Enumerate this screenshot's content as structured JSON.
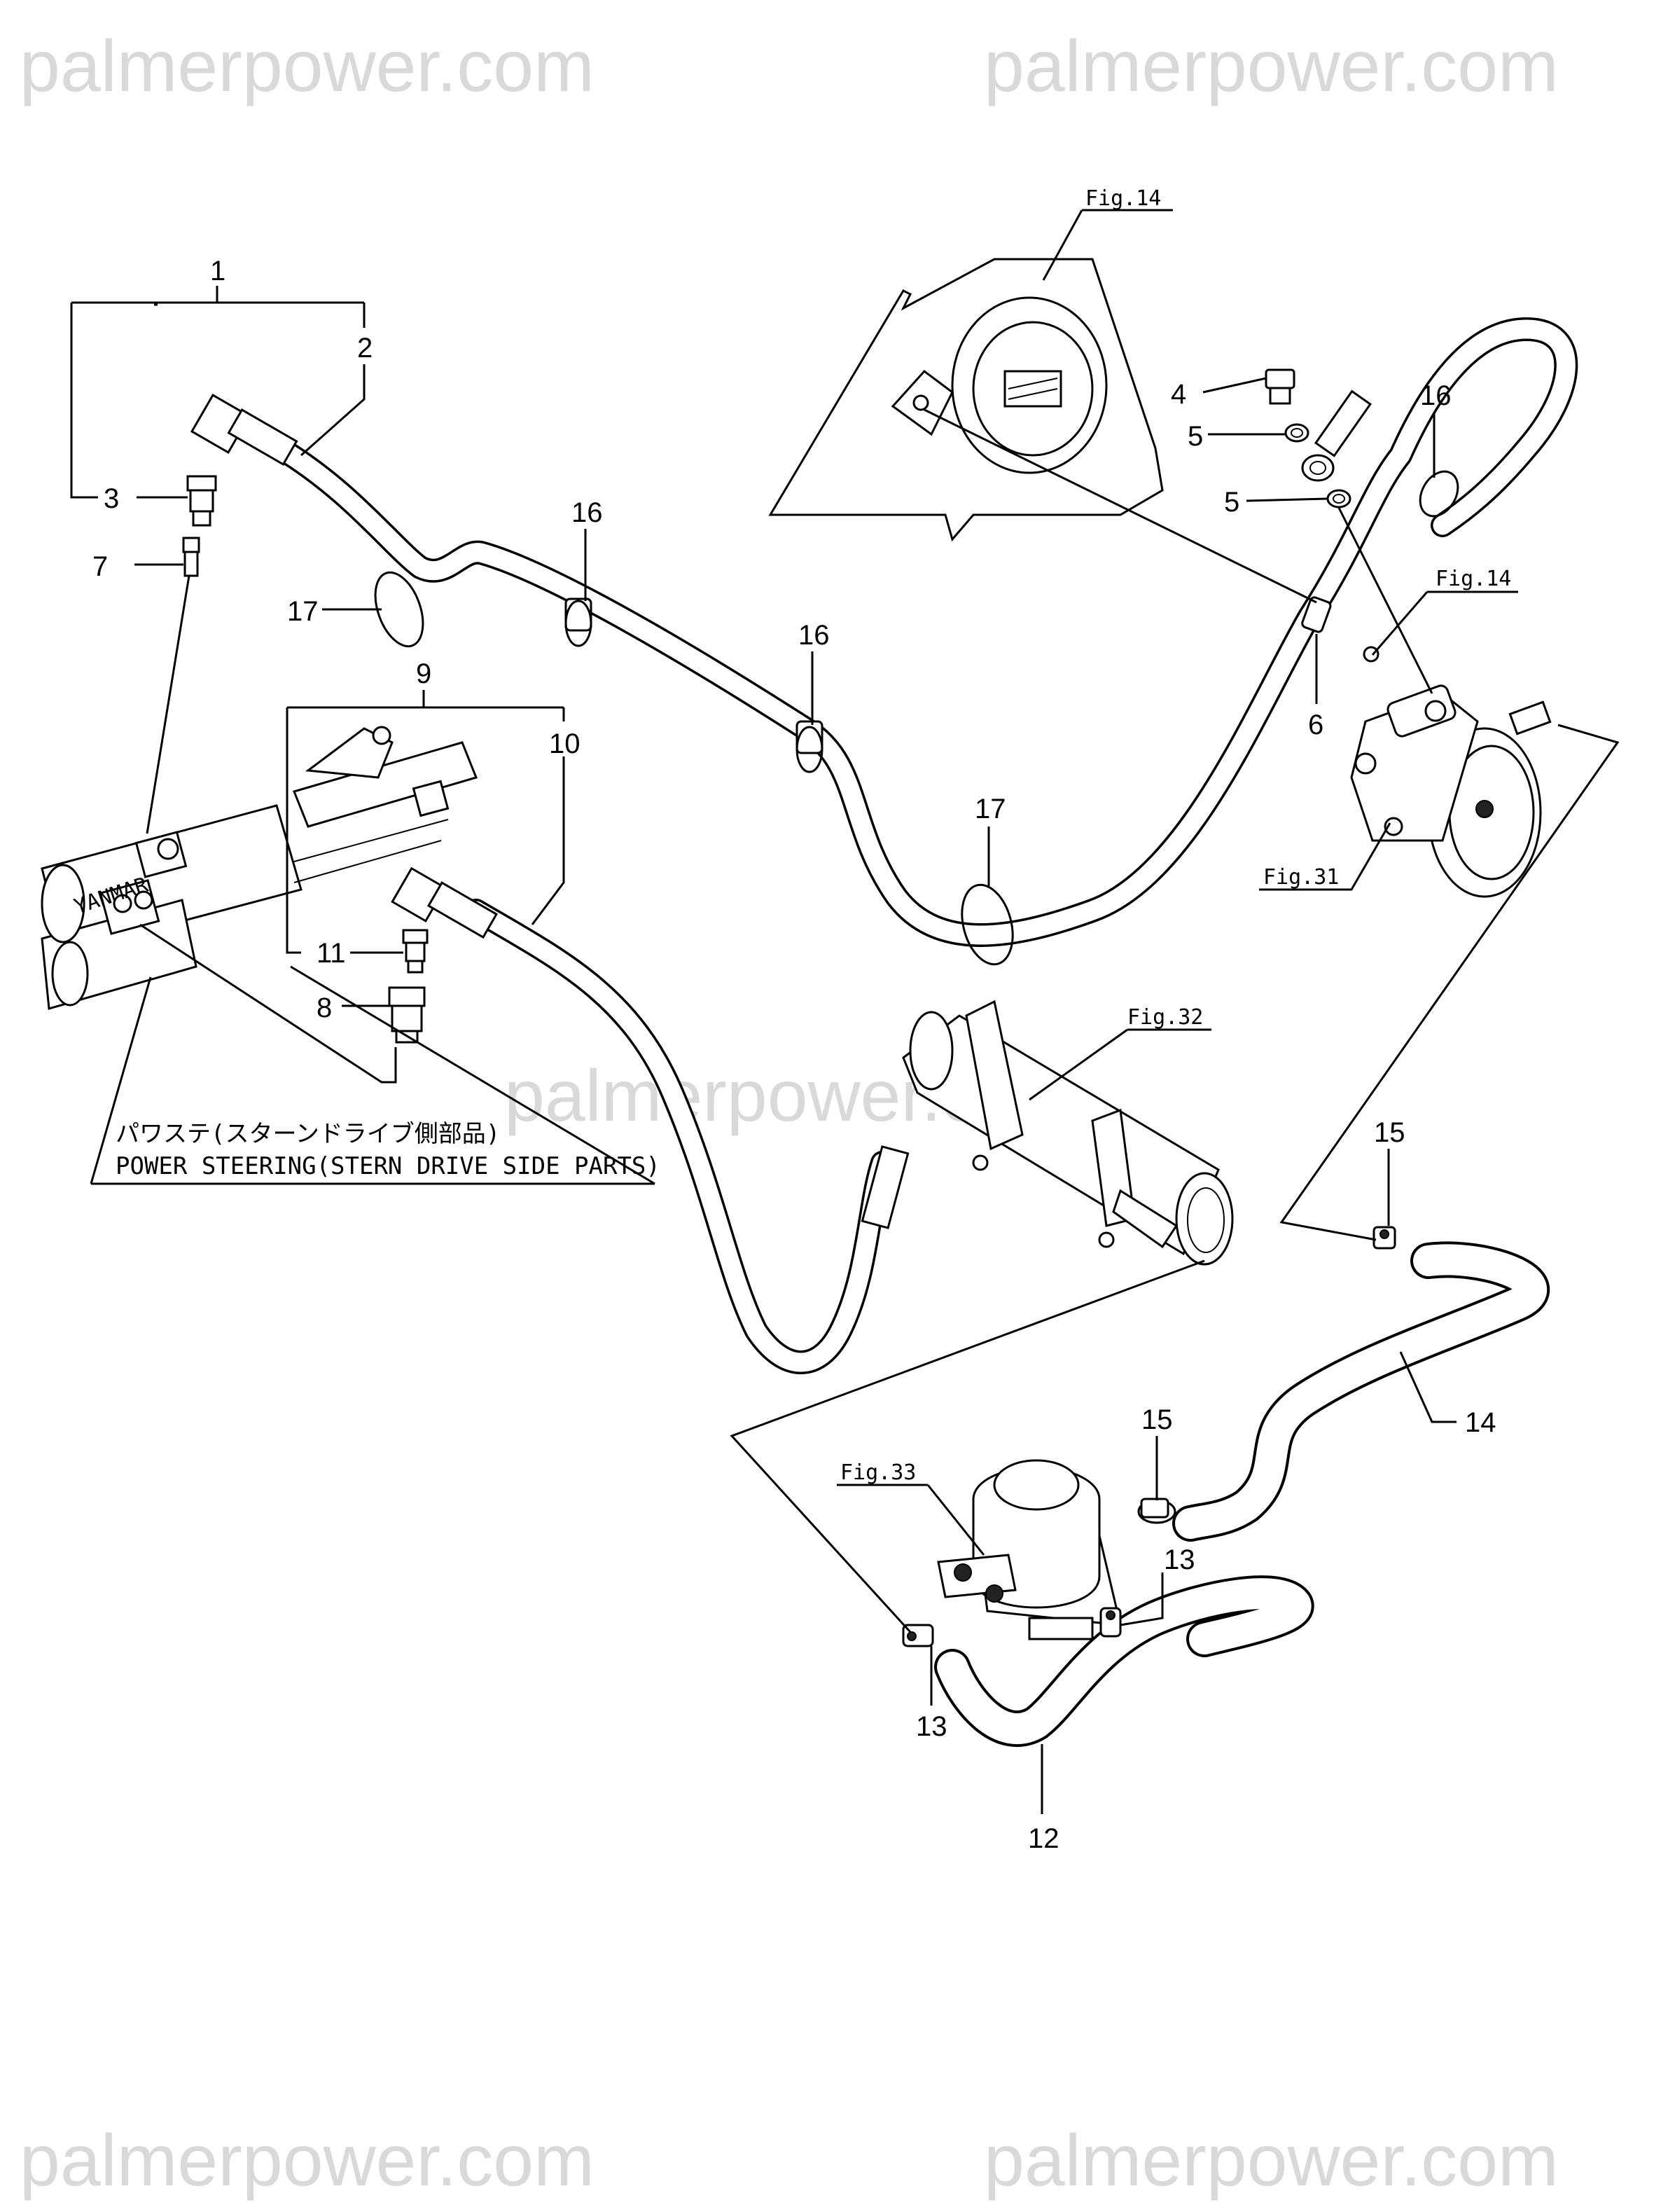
{
  "watermark": {
    "top_left": "palmerpower.com",
    "top_right": "palmerpower.com",
    "center": "palmerpower.com",
    "bottom_left": "palmerpower.com",
    "bottom_right": "palmerpower.com"
  },
  "title": {
    "japanese": "パワステ(スターンドライブ側部品)",
    "english": "POWER STEERING(STERN DRIVE SIDE PARTS)"
  },
  "callouts": {
    "c1": "1",
    "c2": "2",
    "c3": "3",
    "c4": "4",
    "c5a": "5",
    "c5b": "5",
    "c6": "6",
    "c7": "7",
    "c8": "8",
    "c9": "9",
    "c10": "10",
    "c11": "11",
    "c12": "12",
    "c13a": "13",
    "c13b": "13",
    "c14": "14",
    "c15a": "15",
    "c15b": "15",
    "c16a": "16",
    "c16b": "16",
    "c16c": "16",
    "c17a": "17",
    "c17b": "17"
  },
  "figure_refs": {
    "fig14_top": "Fig.14",
    "fig14_right": "Fig.14",
    "fig31": "Fig.31",
    "fig32": "Fig.32",
    "fig33": "Fig.33"
  },
  "brand_mark": "YANMAR"
}
